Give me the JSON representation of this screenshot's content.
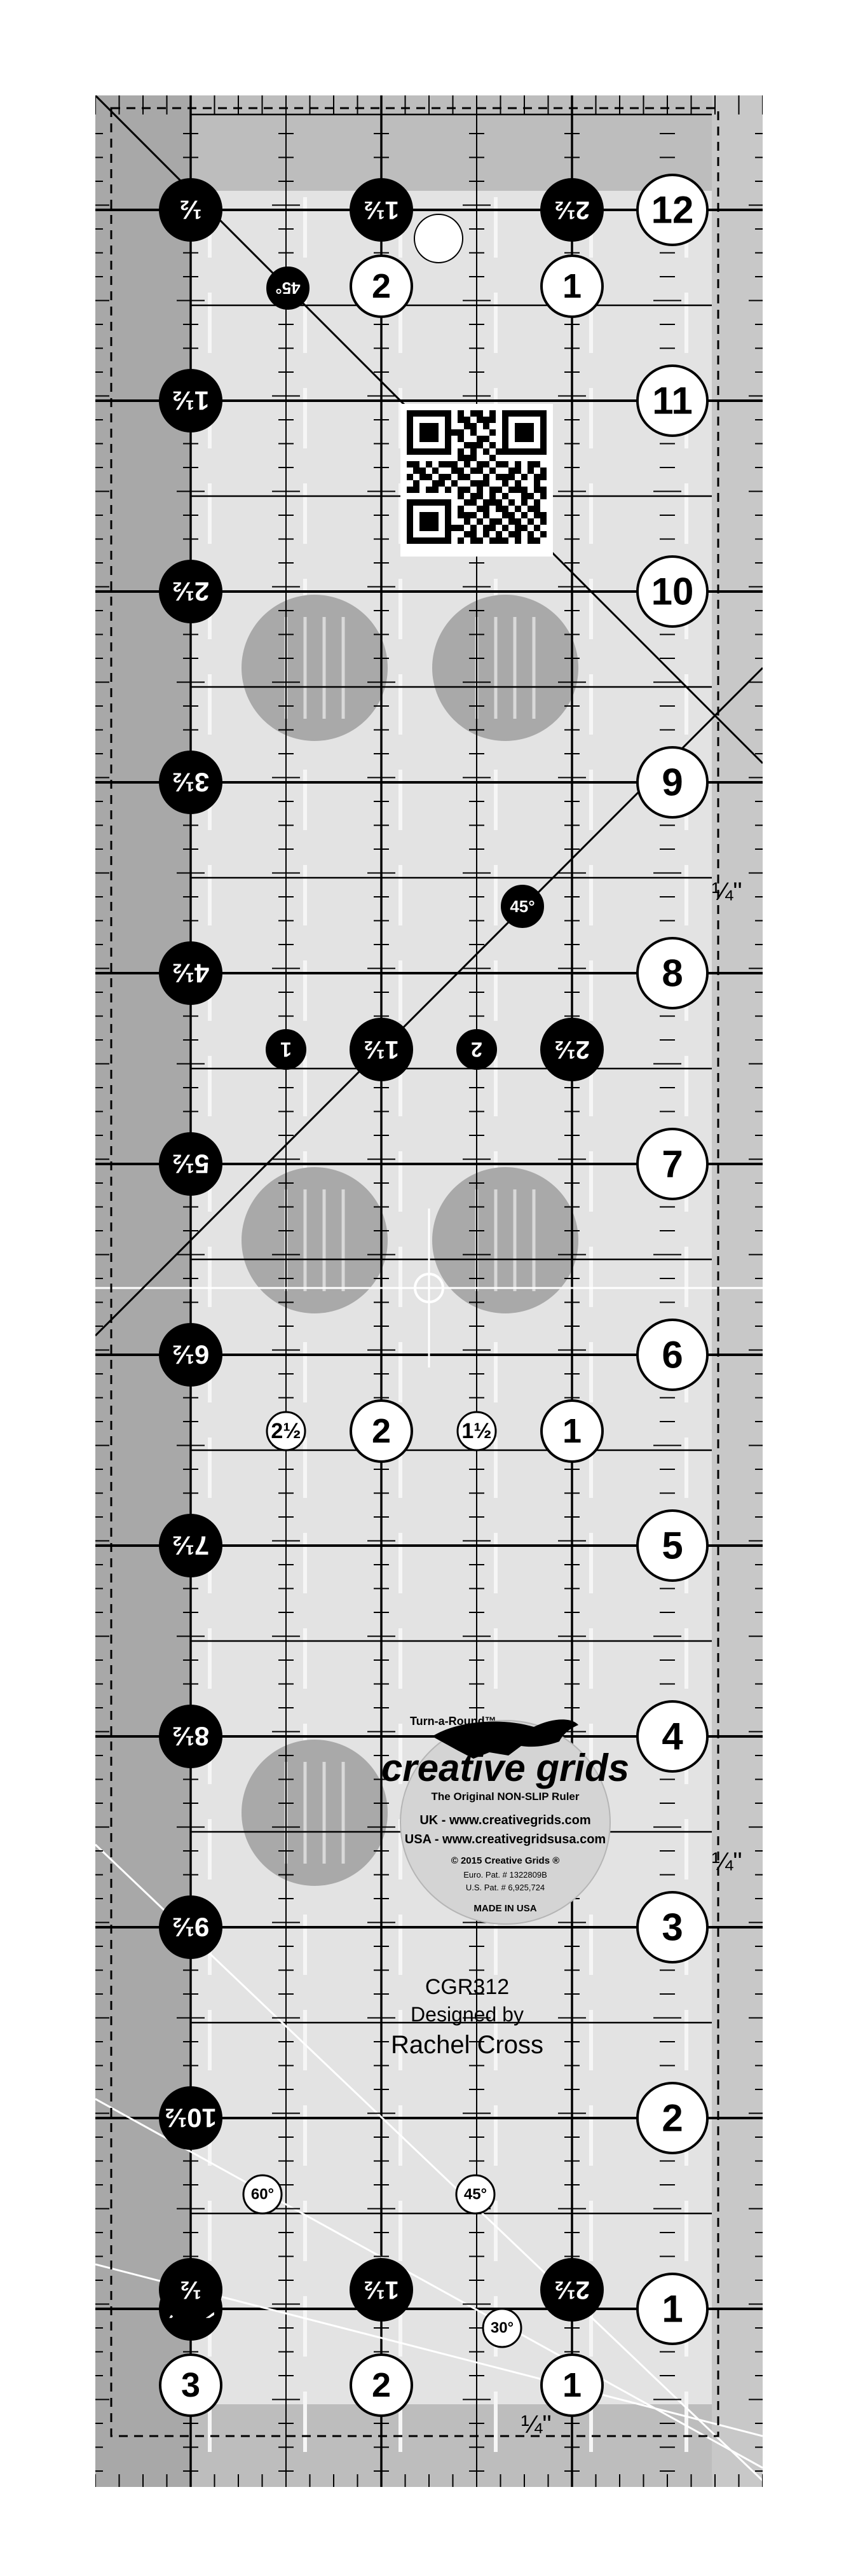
{
  "product": {
    "tagline_top": "Turn-a-Round™",
    "brand": "creative grids",
    "brand_line": "The Original NON-SLIP Ruler",
    "uk_site": "UK - www.creativegrids.com",
    "usa_site": "USA - www.creativegridsusa.com",
    "copyright": "© 2015 Creative Grids ®",
    "euro_patent": "Euro. Pat. # 1322809B",
    "us_patent": "U.S. Pat. # 6,925,724",
    "made_in": "MADE IN USA",
    "model": "CGR312",
    "designed_by_line": "Designed by",
    "designer": "Rachel Cross"
  },
  "right_inch_numbers": [
    "12",
    "11",
    "10",
    "9",
    "8",
    "7",
    "6",
    "5",
    "4",
    "3",
    "2",
    "1"
  ],
  "left_inch_numbers": [
    "½",
    "1½",
    "2½",
    "3½",
    "4½",
    "5½",
    "6½",
    "7½",
    "8½",
    "9½",
    "10½",
    "11½"
  ],
  "width_labels": {
    "top_row": [
      "½",
      "1½",
      "2½"
    ],
    "second_row": [
      "2",
      "1"
    ],
    "middle_row": [
      "1",
      "1½",
      "2",
      "2½"
    ],
    "lower_row_outline": [
      "2½",
      "1½"
    ],
    "lower_row": [
      "2",
      "1"
    ],
    "bottom_black_row": [
      "½",
      "1½",
      "2½"
    ],
    "bottom_row": [
      "3",
      "2",
      "1"
    ]
  },
  "angle_labels": {
    "top": "45°",
    "diagonal": "45°",
    "bottom_60": "60°",
    "bottom_45": "45°",
    "bottom_30": "30°"
  },
  "quarter_labels": [
    "¼\"",
    "¼\"",
    "¼\""
  ],
  "colors": {
    "ruler_bg": "#bdbdbd",
    "ruler_inner": "#e6e6e6",
    "stripe_white": "#f4f4f4",
    "grip_dot": "#a9a9a9",
    "ink": "#000000",
    "logo_badge": "#d4d4d4"
  }
}
